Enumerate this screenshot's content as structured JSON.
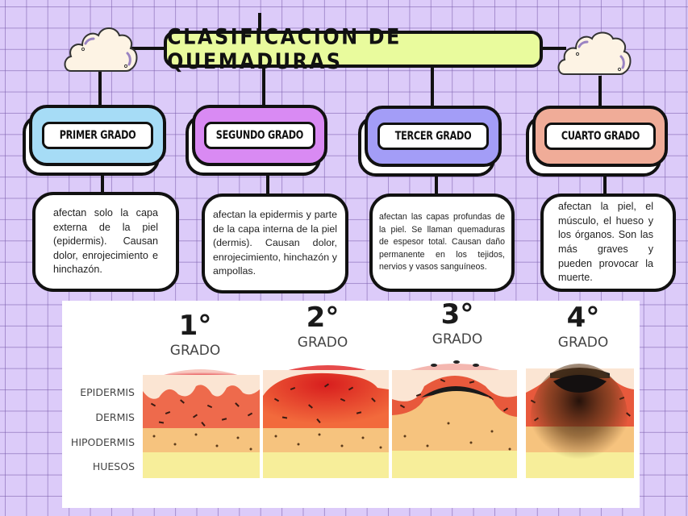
{
  "title": "CLASIFICACION DE QUEMADURAS",
  "colors": {
    "background": "#dccbf9",
    "title_fill": "#e9fb9d",
    "primer": "#a6dcf6",
    "segundo": "#d98af3",
    "tercer": "#a39df7",
    "cuarto": "#f0ac98"
  },
  "categories": [
    {
      "label": "PRIMER GRADO",
      "description": "afectan solo la capa externa de la piel (epidermis). Causan dolor, enrojecimiento e hinchazón."
    },
    {
      "label": "SEGUNDO GRADO",
      "description": "afectan la epidermis y parte de la capa interna de la piel (dermis). Causan dolor, enrojecimiento, hinchazón y ampollas."
    },
    {
      "label": "TERCER GRADO",
      "description": "afectan las capas profundas de la piel. Se llaman quemaduras de espesor total. Causan daño permanente en los tejidos, nervios y vasos sanguíneos."
    },
    {
      "label": "CUARTO GRADO",
      "description": "afectan la piel, el músculo, el hueso y los órganos. Son las más graves y pueden provocar la muerte."
    }
  ],
  "illustration": {
    "degrees": [
      {
        "number": "1°",
        "label": "GRADO"
      },
      {
        "number": "2°",
        "label": "GRADO"
      },
      {
        "number": "3°",
        "label": "GRADO"
      },
      {
        "number": "4°",
        "label": "GRADO"
      }
    ],
    "layers": [
      "EPIDERMIS",
      "DERMIS",
      "HIPODERMIS",
      "HUESOS"
    ]
  },
  "icons": [
    "cloud-icon-left",
    "cloud-icon-right"
  ]
}
